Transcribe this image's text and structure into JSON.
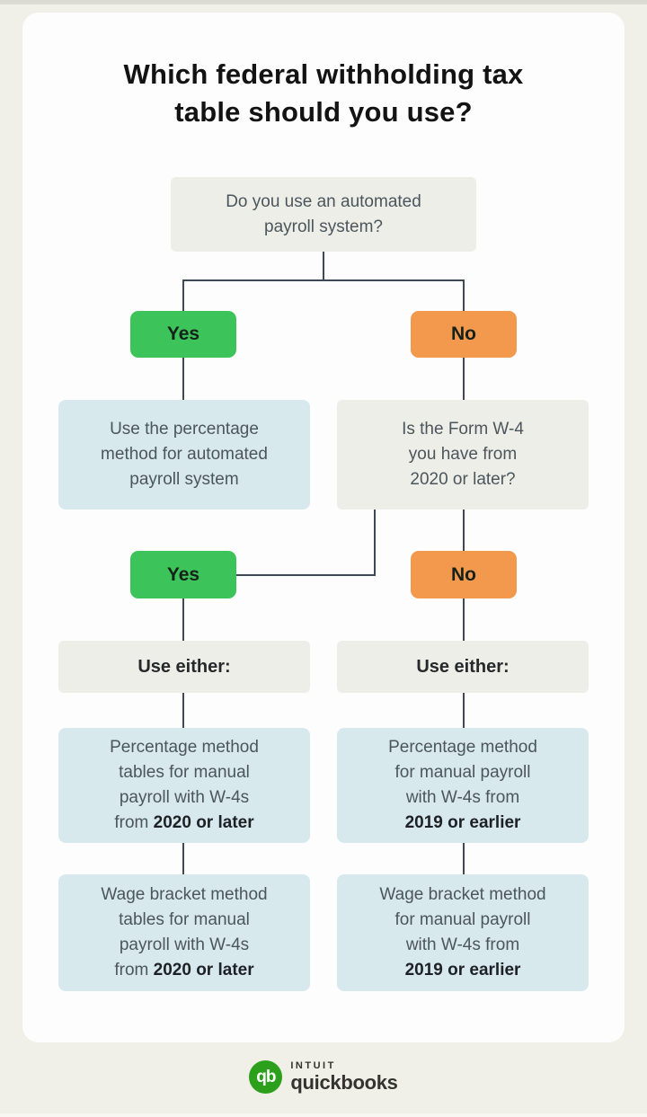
{
  "title": "Which federal withholding tax table should you use?",
  "title_lines": [
    "Which federal withholding tax",
    "table should you use?"
  ],
  "flow": {
    "root_question": {
      "lines": [
        "Do you use an automated",
        "payroll system?"
      ]
    },
    "level1": {
      "yes_label": "Yes",
      "no_label": "No"
    },
    "automated_result": {
      "lines": [
        "Use the percentage",
        "method for automated",
        "payroll system"
      ]
    },
    "w4_question": {
      "lines": [
        "Is the Form W-4",
        "you have from",
        "2020 or later?"
      ]
    },
    "level2": {
      "yes_label": "Yes",
      "no_label": "No"
    },
    "use_either_left": "Use either:",
    "use_either_right": "Use either:",
    "options": {
      "percentage_2020": {
        "lines": [
          "Percentage method",
          "tables for manual",
          "payroll with W-4s"
        ],
        "final_prefix": "from",
        "final_bold": "2020 or later"
      },
      "wage_2020": {
        "lines": [
          "Wage bracket method",
          "tables for manual",
          "payroll with W-4s"
        ],
        "final_prefix": "from",
        "final_bold": "2020 or later"
      },
      "percentage_2019": {
        "lines": [
          "Percentage method",
          "for manual payroll",
          "with W-4s from"
        ],
        "final_prefix": "",
        "final_bold": "2019 or earlier"
      },
      "wage_2019": {
        "lines": [
          "Wage bracket method",
          "for manual payroll",
          "with W-4s from"
        ],
        "final_prefix": "",
        "final_bold": "2019 or earlier"
      }
    }
  },
  "footer": {
    "logo_monogram": "qb",
    "brand_line1": "INTUIT",
    "brand_line2": "quickbooks"
  },
  "colors": {
    "page_bg": "#f0efe8",
    "card_bg": "#fdfdfd",
    "neutral_box": "#eeeee8",
    "info_box_blue": "#d8e9ee",
    "yes_green": "#3cc45a",
    "no_orange": "#f2994d",
    "connector": "#3d4956",
    "body_text": "#4b565c",
    "emphasis_text": "#1d2125",
    "quickbooks_green": "#2ca01c"
  }
}
